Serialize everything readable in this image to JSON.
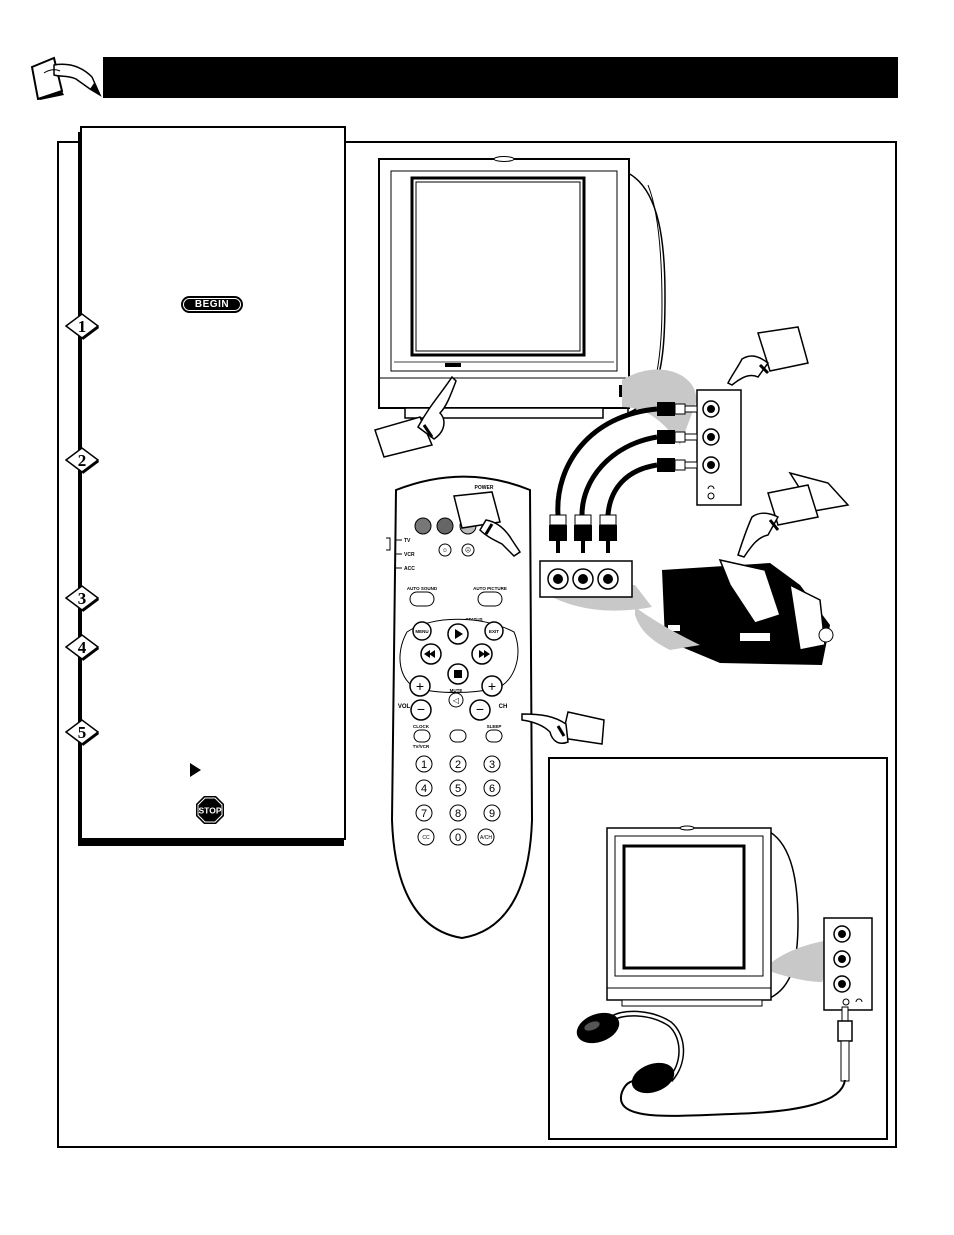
{
  "procedure": {
    "begin_label": "BEGIN",
    "stop_label": "STOP",
    "steps": [
      "1",
      "2",
      "3",
      "4",
      "5"
    ]
  },
  "remote": {
    "mode_labels": [
      "TV",
      "VCR",
      "ACC"
    ],
    "power_label": "POWER",
    "auto_sound_label": "AUTO SOUND",
    "auto_picture_label": "AUTO PICTURE",
    "status_label": "STATUS",
    "menu_label": "MENU",
    "exit_label": "EXIT",
    "mute_label": "MUTE",
    "vol_label": "VOL",
    "ch_label": "CH",
    "clock_label": "CLOCK",
    "sleep_label": "SLEEP",
    "tvvcr_label": "TV/VCR",
    "keys": [
      "1",
      "2",
      "3",
      "4",
      "5",
      "6",
      "7",
      "8",
      "9",
      "CC",
      "0",
      "A/CH"
    ]
  },
  "colors": {
    "ink": "#000000",
    "paper": "#ffffff",
    "shade": "#c8c8c8"
  }
}
